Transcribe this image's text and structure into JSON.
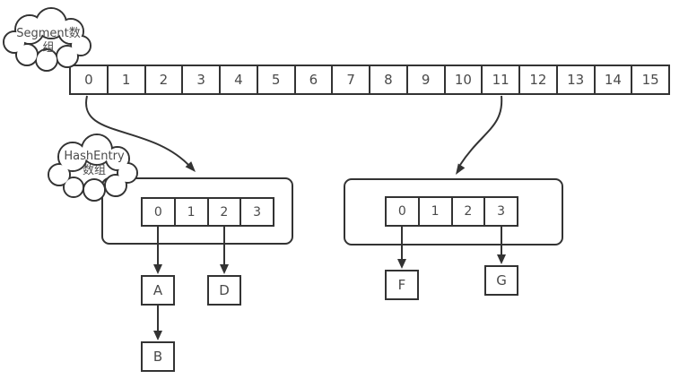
{
  "colors": {
    "stroke": "#333333",
    "text": "#4a4a4a",
    "background": "#ffffff"
  },
  "clouds": {
    "segment": {
      "label": "Segment数\n组"
    },
    "hashentry": {
      "label": "HashEntry\n数组"
    }
  },
  "segment_array": {
    "cells": [
      "0",
      "1",
      "2",
      "3",
      "4",
      "5",
      "6",
      "7",
      "8",
      "9",
      "10",
      "11",
      "12",
      "13",
      "14",
      "15"
    ]
  },
  "buckets": {
    "left": {
      "cells": [
        "0",
        "1",
        "2",
        "3"
      ]
    },
    "right": {
      "cells": [
        "0",
        "1",
        "2",
        "3"
      ]
    }
  },
  "nodes": {
    "A": "A",
    "B": "B",
    "D": "D",
    "F": "F",
    "G": "G"
  }
}
